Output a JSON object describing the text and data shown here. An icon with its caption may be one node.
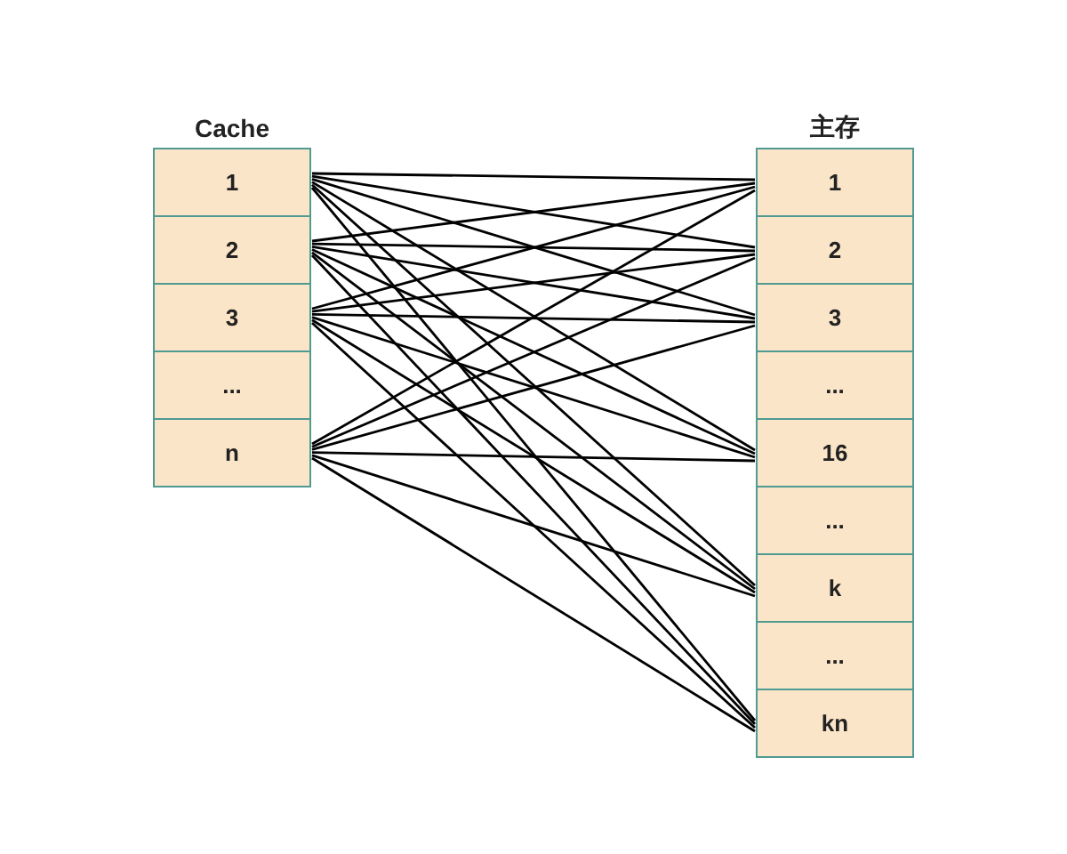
{
  "diagram": {
    "nodes": [
      {
        "text": [
          "Cache"
        ]
      },
      {
        "text": [
          "1"
        ],
        "in": 0
      },
      {
        "text": [
          "2"
        ],
        "in": 0
      },
      {
        "text": [
          "3"
        ],
        "in": 0
      },
      {
        "text": [
          "..."
        ],
        "in": 0
      },
      {
        "text": [
          "n"
        ],
        "in": 0
      },
      {
        "text": [
          "主存"
        ]
      },
      {
        "text": [
          "1"
        ],
        "in": 6
      },
      {
        "text": [
          "2"
        ],
        "in": 6
      },
      {
        "text": [
          "3"
        ],
        "in": 6
      },
      {
        "text": [
          "..."
        ],
        "in": 6
      },
      {
        "text": [
          "16"
        ],
        "in": 6
      },
      {
        "text": [
          "..."
        ],
        "in": 6
      },
      {
        "text": [
          "k"
        ],
        "in": 6
      },
      {
        "text": [
          "..."
        ],
        "in": 6
      },
      {
        "text": [
          "kn"
        ],
        "in": 6
      }
    ],
    "edges": [
      {
        "from": 1,
        "to": 7,
        "arrow": "none"
      },
      {
        "from": 1,
        "to": 8,
        "arrow": "none"
      },
      {
        "from": 1,
        "to": 9,
        "arrow": "none"
      },
      {
        "from": 1,
        "to": 11,
        "arrow": "none"
      },
      {
        "from": 1,
        "to": 13,
        "arrow": "none"
      },
      {
        "from": 1,
        "to": 15,
        "arrow": "none"
      },
      {
        "from": 2,
        "to": 7,
        "arrow": "none"
      },
      {
        "from": 2,
        "to": 8,
        "arrow": "none"
      },
      {
        "from": 2,
        "to": 9,
        "arrow": "none"
      },
      {
        "from": 2,
        "to": 11,
        "arrow": "none"
      },
      {
        "from": 2,
        "to": 13,
        "arrow": "none"
      },
      {
        "from": 2,
        "to": 15,
        "arrow": "none"
      },
      {
        "from": 3,
        "to": 7,
        "arrow": "none"
      },
      {
        "from": 3,
        "to": 8,
        "arrow": "none"
      },
      {
        "from": 3,
        "to": 9,
        "arrow": "none"
      },
      {
        "from": 3,
        "to": 11,
        "arrow": "none"
      },
      {
        "from": 3,
        "to": 13,
        "arrow": "none"
      },
      {
        "from": 3,
        "to": 15,
        "arrow": "none"
      },
      {
        "from": 5,
        "to": 7,
        "arrow": "none"
      },
      {
        "from": 5,
        "to": 8,
        "arrow": "none"
      },
      {
        "from": 5,
        "to": 9,
        "arrow": "none"
      },
      {
        "from": 5,
        "to": 11,
        "arrow": "none"
      },
      {
        "from": 5,
        "to": 13,
        "arrow": "none"
      },
      {
        "from": 5,
        "to": 15,
        "arrow": "none"
      }
    ]
  }
}
